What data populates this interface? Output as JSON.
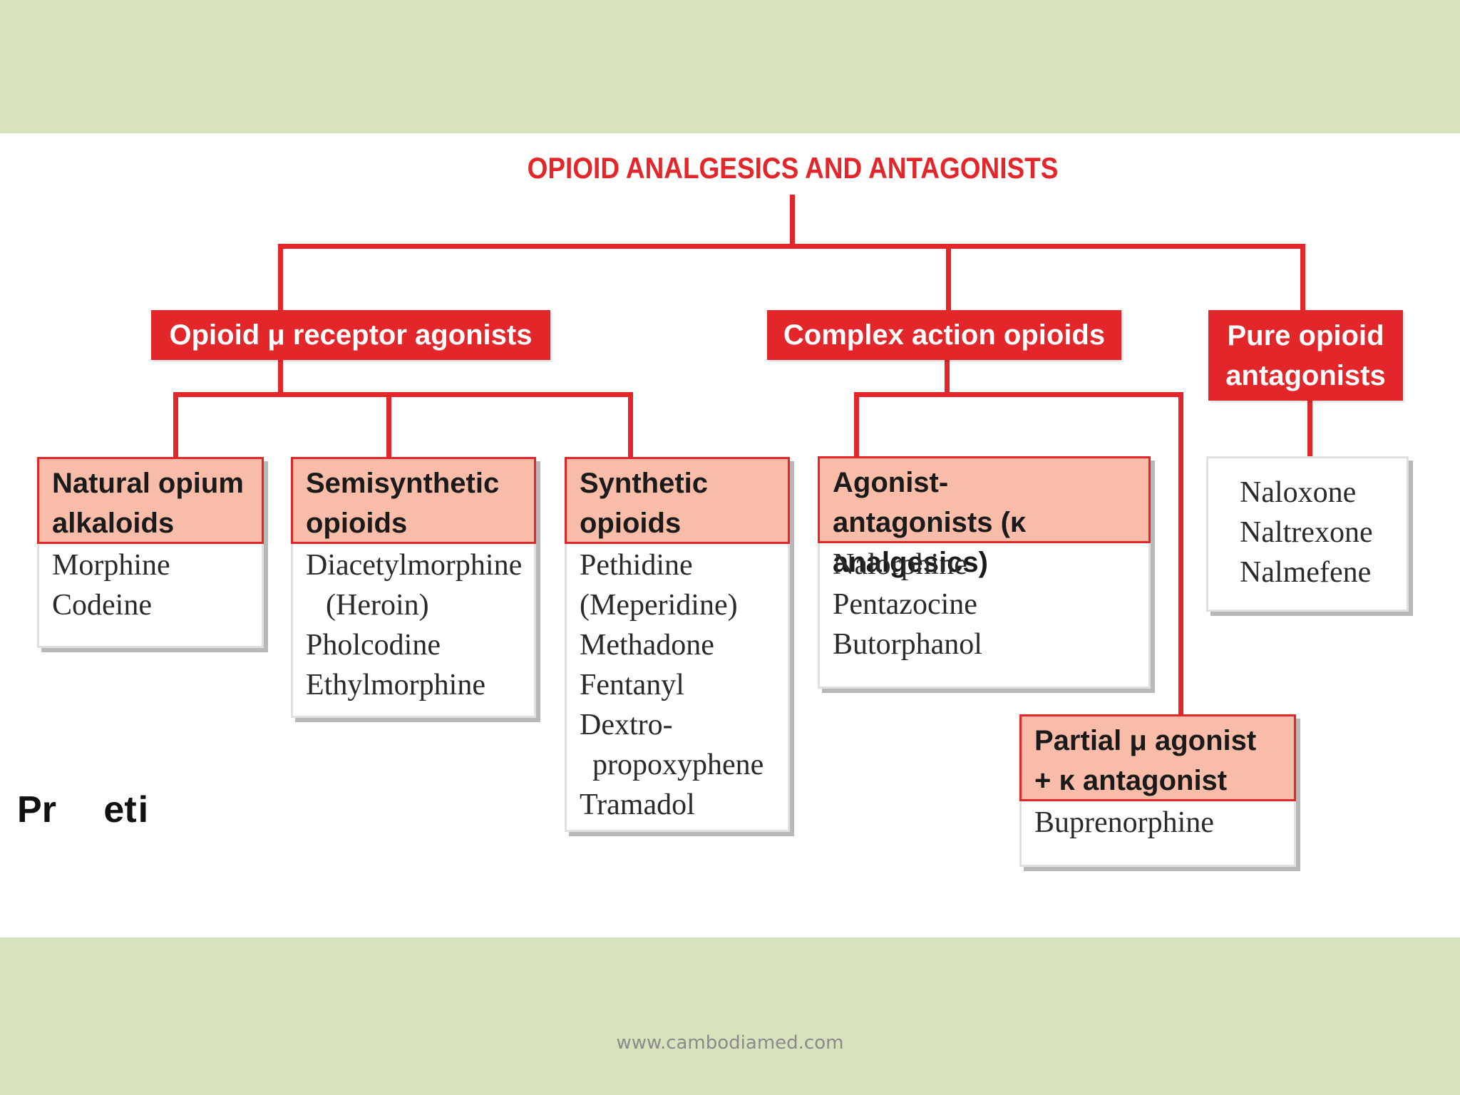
{
  "title": "OPIOID ANALGESICS AND ANTAGONISTS",
  "categories": {
    "mu_agonists": "Opioid μ receptor agonists",
    "complex": "Complex action opioids",
    "pure_antagonists": "Pure opioid antagonists"
  },
  "groups": {
    "natural": {
      "heading": "Natural opium alkaloids",
      "items": [
        "Morphine",
        "Codeine"
      ]
    },
    "semisynthetic": {
      "heading": "Semisynthetic opioids",
      "items": [
        "Diacetylmorphine",
        "(Heroin)",
        "Pholcodine",
        "Ethylmorphine"
      ]
    },
    "synthetic": {
      "heading": "Synthetic opioids",
      "items": [
        "Pethidine",
        "(Meperidine)",
        "Methadone",
        "Fentanyl",
        "Dextro-",
        "propoxyphene",
        "Tramadol"
      ]
    },
    "agonist_antagonists": {
      "heading": "Agonist-antagonists (κ analgesics)",
      "items": [
        "Nalorphine",
        "Pentazocine",
        "Butorphanol"
      ]
    },
    "partial": {
      "heading": "Partial μ agonist + κ antagonist",
      "items": [
        "Buprenorphine"
      ]
    },
    "antagonists": {
      "items": [
        "Naloxone",
        "Naltrexone",
        "Nalmefene"
      ]
    }
  },
  "cut_off_text": "Pr...eti...",
  "footer": "www.cambodiamed.com",
  "colors": {
    "accent_red": "#e3262a",
    "header_fill": "#f9bca8",
    "band": "#d7e3bc"
  }
}
